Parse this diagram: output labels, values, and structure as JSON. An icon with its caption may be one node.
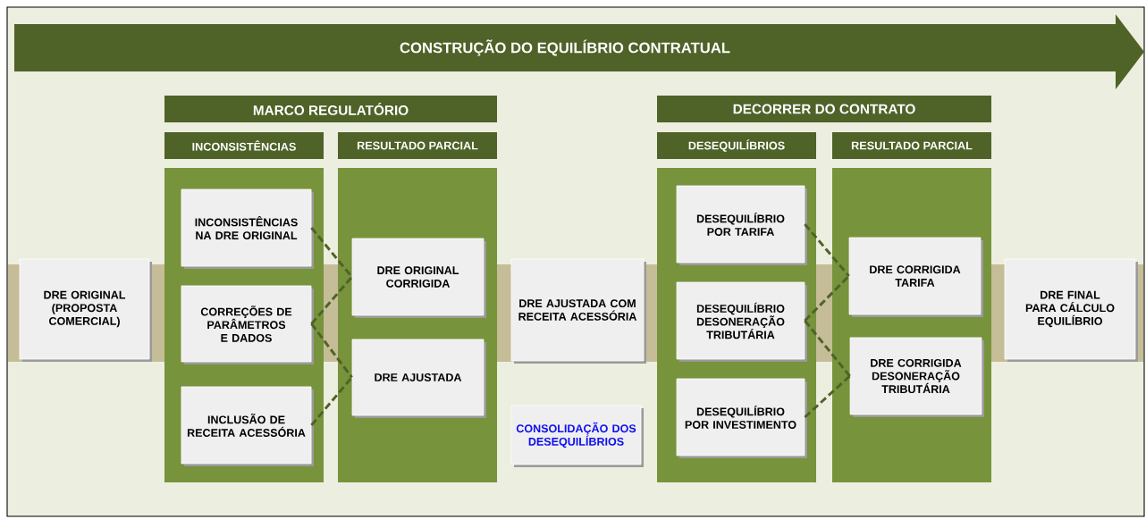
{
  "diagram": {
    "nodes": [
      {
        "text": [
          "CONSTRUÇÃO DO EQUILÍBRIO CONTRATUAL"
        ]
      },
      {
        "text": [
          "MARCO REGULATÓRIO"
        ]
      },
      {
        "text": [
          "DECORRER DO CONTRATO"
        ]
      },
      {
        "text": [
          "INCONSISTÊNCIAS"
        ]
      },
      {
        "text": [
          "RESULTADO PARCIAL"
        ]
      },
      {
        "text": [
          "DESEQUILÍBRIOS"
        ]
      },
      {
        "text": [
          "RESULTADO PARCIAL"
        ]
      },
      {
        "text": [
          "DRE ORIGINAL (PROPOSTA COMERCIAL)"
        ]
      },
      {
        "text": [
          "INCONSISTÊNCIAS NA DRE ORIGINAL"
        ],
        "in": 3
      },
      {
        "text": [
          "CORREÇÕES DE PARÂMETROS E DADOS"
        ],
        "in": 3
      },
      {
        "text": [
          "INCLUSÃO DE RECEITA ACESSÓRIA"
        ],
        "in": 3
      },
      {
        "text": [
          "DRE ORIGINAL CORRIGIDA"
        ],
        "in": 4
      },
      {
        "text": [
          "DRE AJUSTADA"
        ],
        "in": 4
      },
      {
        "text": [
          "DRE AJUSTADA COM RECEITA ACESSÓRIA"
        ]
      },
      {
        "text": [
          "CONSOLIDAÇÃO DOS DESEQUILÍBRIOS"
        ]
      },
      {
        "text": [
          "DESEQUILÍBRIO POR TARIFA"
        ],
        "in": 5
      },
      {
        "text": [
          "DESEQUILÍBRIO DESONERAÇÃO TRIBUTÁRIA"
        ],
        "in": 5
      },
      {
        "text": [
          "DESEQUILÍBRIO POR INVESTIMENTO"
        ],
        "in": 5
      },
      {
        "text": [
          "DRE CORRIGIDA TARIFA"
        ],
        "in": 6
      },
      {
        "text": [
          "DRE CORRIGIDA DESONERAÇÃO TRIBUTÁRIA"
        ],
        "in": 6
      },
      {
        "text": [
          "DRE FINAL PARA CÁLCULO EQUILÍBRIO"
        ]
      }
    ],
    "edges": [
      {
        "from": 8,
        "to": 11,
        "arrow": "none",
        "style": "dashed"
      },
      {
        "from": 9,
        "to": 11,
        "arrow": "none",
        "style": "dashed"
      },
      {
        "from": 9,
        "to": 12,
        "arrow": "none",
        "style": "dashed"
      },
      {
        "from": 10,
        "to": 12,
        "arrow": "none",
        "style": "dashed"
      },
      {
        "from": 15,
        "to": 18,
        "arrow": "none",
        "style": "dashed"
      },
      {
        "from": 16,
        "to": 18,
        "arrow": "none",
        "style": "dashed"
      },
      {
        "from": 16,
        "to": 19,
        "arrow": "none",
        "style": "dashed"
      },
      {
        "from": 17,
        "to": 19,
        "arrow": "none",
        "style": "dashed"
      }
    ]
  }
}
